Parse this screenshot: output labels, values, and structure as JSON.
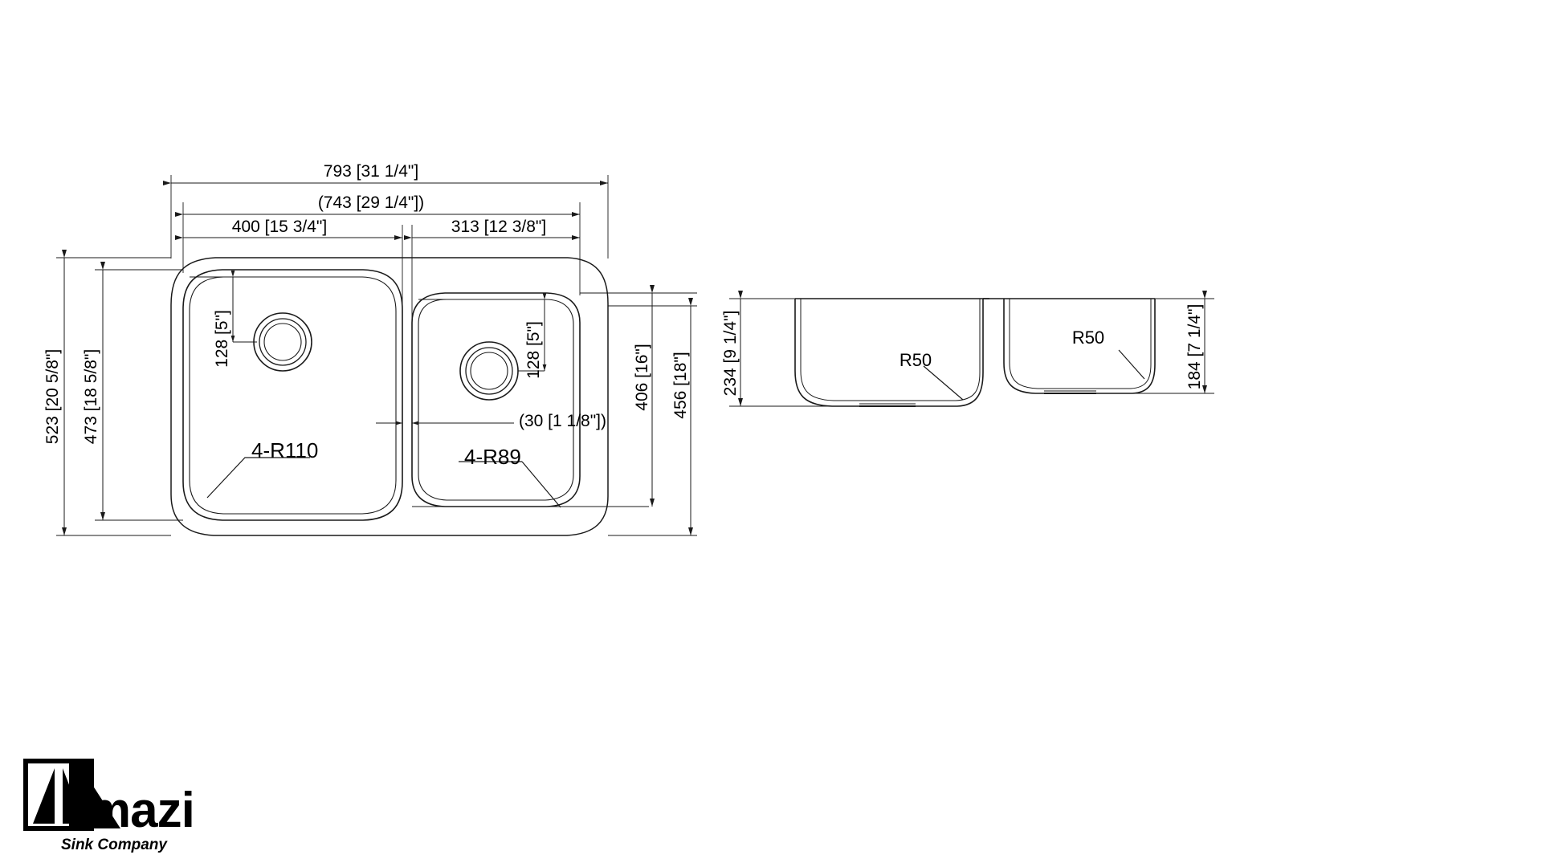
{
  "drawing": {
    "title": "Undermount Double Bowl Sink - Dimensioned Drawing",
    "line_color": "#1a1a1a",
    "background": "#ffffff"
  },
  "top_view": {
    "dimensions": {
      "overall_width": "793 [31 1/4\"]",
      "inner_width": "(743 [29 1/4\"])",
      "left_bowl_width": "400 [15 3/4\"]",
      "right_bowl_width": "313 [12 3/8\"]",
      "overall_height": "523 [20 5/8\"]",
      "inner_height": "473 [18 5/8\"]",
      "left_drain_offset": "128 [5\"]",
      "right_drain_offset": "128 [5\"]",
      "right_bowl_height": "406 [16\"]",
      "right_outer_height": "456 [18\"]",
      "divider_width": "(30 [1 1/8\"])"
    },
    "callouts": {
      "left_radius": "4-R110",
      "right_radius": "4-R89"
    }
  },
  "section_view": {
    "dimensions": {
      "left_depth": "234 [9 1/4\"]",
      "right_depth": "184 [7 1/4\"]"
    },
    "callouts": {
      "left_fillet": "R50",
      "right_fillet": "R50"
    }
  },
  "logo": {
    "brand": "mazi",
    "tagline": "Sink Company"
  }
}
